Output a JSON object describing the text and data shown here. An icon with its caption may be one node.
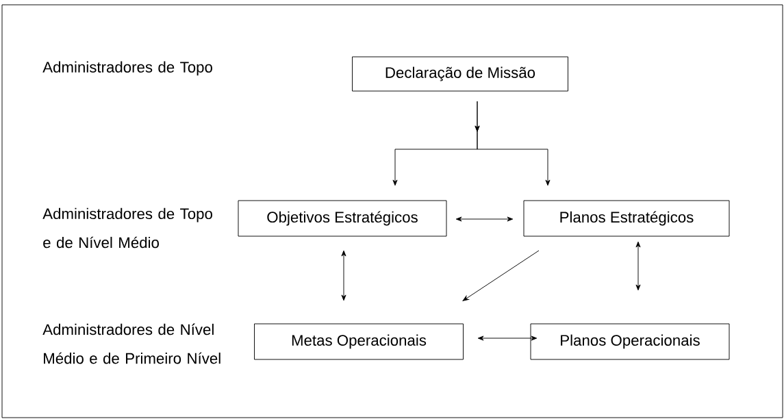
{
  "diagram": {
    "nodes": [
      {
        "text": [
          "Declaração de Missão"
        ]
      },
      {
        "text": [
          "Objetivos Estratégicos"
        ]
      },
      {
        "text": [
          "Planos Estratégicos"
        ]
      },
      {
        "text": [
          "Metas Operacionais"
        ]
      },
      {
        "text": [
          "Planos Operacionais"
        ]
      }
    ],
    "edges": [
      {
        "from": 0,
        "to": 1,
        "arrow": "to"
      },
      {
        "from": 0,
        "to": 2,
        "arrow": "to"
      },
      {
        "from": 1,
        "to": 2,
        "arrow": "both"
      },
      {
        "from": 1,
        "to": 3,
        "arrow": "both"
      },
      {
        "from": 2,
        "to": 3,
        "arrow": "to"
      },
      {
        "from": 2,
        "to": 4,
        "arrow": "both"
      },
      {
        "from": 3,
        "to": 4,
        "arrow": "both"
      }
    ],
    "labels": [
      "Administradores de Topo",
      "Administradores de Topo e de Nível Médio",
      "Administradores de Nível Médio e de Primeiro Nível"
    ]
  }
}
